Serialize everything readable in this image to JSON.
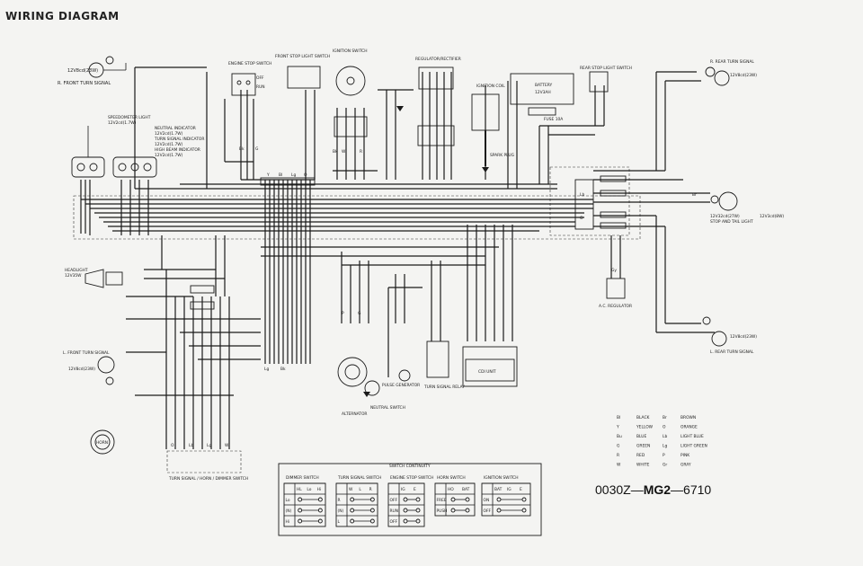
{
  "header": {
    "title": "WIRING DIAGRAM"
  },
  "components": {
    "r_front_turn": {
      "spec": "12V8cd(23W)",
      "name": "R. FRONT TURN SIGNAL"
    },
    "l_front_turn": {
      "spec": "12V8cd(23W)",
      "name": "L. FRONT TURN SIGNAL"
    },
    "speedometer_light": {
      "name": "SPEEDOMETER LIGHT",
      "spec": "12V2cd(1.7W)"
    },
    "neutral_indicator": {
      "name": "NEUTRAL INDICATOR",
      "spec": "12V2cd(1.7W)"
    },
    "turn_indicator": {
      "name": "TURN SIGNAL INDICATOR",
      "spec": "12V2cd(1.7W)"
    },
    "high_beam_indicator": {
      "name": "HIGH BEAM INDICATOR",
      "spec": "12V2cd(1.7W)"
    },
    "engine_stop_switch": {
      "name": "ENGINE STOP SWITCH",
      "off": "OFF",
      "run": "RUN"
    },
    "front_stop_switch": {
      "name": "FRONT STOP LIGHT SWITCH"
    },
    "ignition_switch": {
      "name": "IGNITION SWITCH"
    },
    "regulator": {
      "name": "REGULATOR/RECTIFIER"
    },
    "ignition_coil": {
      "name": "IGNITION COIL"
    },
    "spark_plug": {
      "name": "SPARK PLUG"
    },
    "battery": {
      "name": "BATTERY",
      "spec": "12V3AH"
    },
    "fuse": {
      "name": "FUSE 10A"
    },
    "rear_stop_switch": {
      "name": "REAR STOP LIGHT SWITCH"
    },
    "r_rear_turn": {
      "spec": "12V8cd(23W)",
      "name": "R. REAR TURN SIGNAL"
    },
    "tail_light": {
      "spec": "12V32cd(27W)",
      "spec2": "12V3cd(8W)",
      "name": "STOP AND TAIL LIGHT"
    },
    "l_rear_turn": {
      "spec": "12V8cd(23W)",
      "name": "L. REAR TURN SIGNAL"
    },
    "ac_regulator": {
      "name": "A.C. REGULATOR"
    },
    "headlight": {
      "name": "HEADLIGHT",
      "spec": "12V35W"
    },
    "horn": {
      "name": "HORN"
    },
    "turn_horn_dimmer": {
      "name": "TURN SIGNAL / HORN / DIMMER SWITCH"
    },
    "alternator": {
      "name": "ALTERNATOR"
    },
    "neutral_switch": {
      "name": "NEUTRAL SWITCH"
    },
    "pulse_generator": {
      "name": "PULSE GENERATOR"
    },
    "turn_relay": {
      "name": "TURN SIGNAL RELAY"
    },
    "cdi_unit": {
      "name": "CDI UNIT"
    }
  },
  "wire_tags": {
    "bk": "Bk",
    "g": "G",
    "y": "Y",
    "bl": "Bl",
    "lg": "Lg",
    "o": "O",
    "lb": "Lb",
    "w": "W",
    "gy": "Gy",
    "r": "R",
    "br": "Br",
    "p": "P"
  },
  "legend": [
    {
      "code": "Bl",
      "color": "BLACK",
      "code2": "Br",
      "color2": "BROWN"
    },
    {
      "code": "Y",
      "color": "YELLOW",
      "code2": "O",
      "color2": "ORANGE"
    },
    {
      "code": "Bu",
      "color": "BLUE",
      "code2": "Lb",
      "color2": "LIGHT BLUE"
    },
    {
      "code": "G",
      "color": "GREEN",
      "code2": "Lg",
      "color2": "LIGHT GREEN"
    },
    {
      "code": "R",
      "color": "RED",
      "code2": "P",
      "color2": "PINK"
    },
    {
      "code": "W",
      "color": "WHITE",
      "code2": "Gr",
      "color2": "GRAY"
    }
  ],
  "switch_continuity": {
    "title": "SWITCH CONTINUITY",
    "tables": [
      {
        "name": "DIMMER SWITCH",
        "cols": [
          "HL",
          "Lo",
          "Hi"
        ],
        "rows": [
          "Lo",
          "(N)",
          "Hi"
        ]
      },
      {
        "name": "TURN SIGNAL SWITCH",
        "cols": [
          "W",
          "L",
          "R"
        ],
        "rows": [
          "R",
          "(N)",
          "L"
        ]
      },
      {
        "name": "ENGINE STOP SWITCH",
        "cols": [
          "IG",
          "E"
        ],
        "rows": [
          "OFF",
          "RUN",
          "OFF"
        ]
      },
      {
        "name": "HORN SWITCH",
        "cols": [
          "HO",
          "BAT"
        ],
        "rows": [
          "FREE",
          "PUSH"
        ]
      },
      {
        "name": "IGNITION SWITCH",
        "cols": [
          "BAT",
          "IG",
          "E"
        ],
        "rows": [
          "ON",
          "OFF"
        ]
      }
    ]
  },
  "part_number": {
    "prefix": "0030Z—",
    "bold": "MG2",
    "suffix": "—6710"
  }
}
